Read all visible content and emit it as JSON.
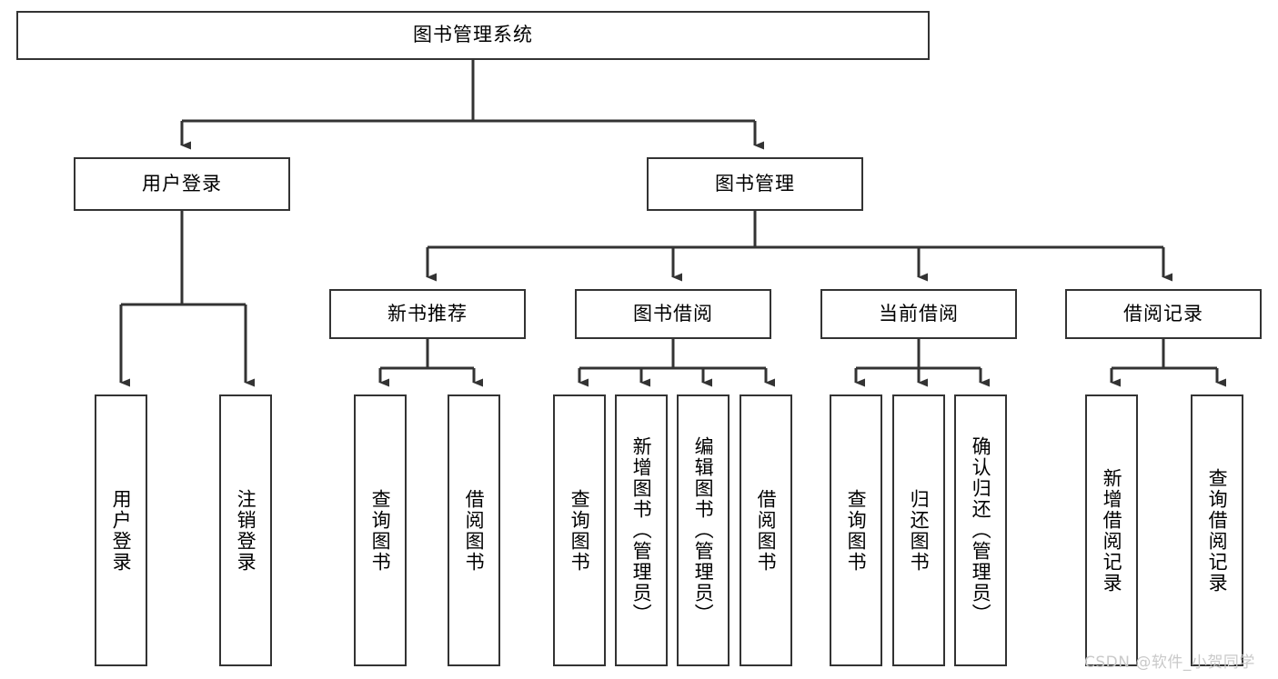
{
  "diagram": {
    "type": "tree-hierarchy-chart",
    "title_text": "图书管理系统",
    "orientation": "top-down",
    "watermark": "CSDN @软件_小贺同学",
    "colors": {
      "box_border": "#333333",
      "box_fill": "#ffffff",
      "connector": "#333333",
      "text": "#000000",
      "watermark": "#c9c9c9"
    },
    "nodes": {
      "root": {
        "label": "图书管理系统"
      },
      "level2": [
        {
          "id": "user-login",
          "label": "用户登录"
        },
        {
          "id": "book-manage",
          "label": "图书管理"
        }
      ],
      "level3": [
        {
          "id": "new-book-recommend",
          "label": "新书推荐"
        },
        {
          "id": "book-borrow",
          "label": "图书借阅"
        },
        {
          "id": "current-borrow",
          "label": "当前借阅"
        },
        {
          "id": "borrow-record",
          "label": "借阅记录"
        }
      ],
      "leaves": {
        "user_login": [
          {
            "id": "leaf-user-login",
            "label": "用户登录"
          },
          {
            "id": "leaf-logout-login",
            "label": "注销登录"
          }
        ],
        "new_book_recommend": [
          {
            "id": "leaf-query-book-1",
            "label": "查询图书"
          },
          {
            "id": "leaf-borrow-book-1",
            "label": "借阅图书"
          }
        ],
        "book_borrow": [
          {
            "id": "leaf-query-book-2",
            "label": "查询图书"
          },
          {
            "id": "leaf-add-book",
            "label": "新增图书（管理员）"
          },
          {
            "id": "leaf-edit-book",
            "label": "编辑图书（管理员）"
          },
          {
            "id": "leaf-borrow-book-2",
            "label": "借阅图书"
          }
        ],
        "current_borrow": [
          {
            "id": "leaf-query-book-3",
            "label": "查询图书"
          },
          {
            "id": "leaf-return-book",
            "label": "归还图书"
          },
          {
            "id": "leaf-confirm-return",
            "label": "确认归还（管理员）"
          }
        ],
        "borrow_record": [
          {
            "id": "leaf-add-record",
            "label": "新增借阅记录"
          },
          {
            "id": "leaf-query-record",
            "label": "查询借阅记录"
          }
        ]
      }
    }
  }
}
